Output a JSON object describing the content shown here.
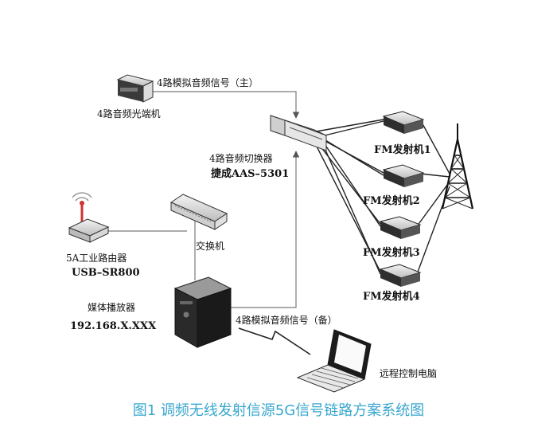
{
  "labels": {
    "optical_terminal": "4路音频光端机",
    "signal_main": "4路模拟音频信号（主）",
    "switcher_line1": "4路音频切换器",
    "switcher_line2": "捷成AAS–5301",
    "router_line1": "5A工业路由器",
    "router_line2": "USB–SR800",
    "network_switch": "交换机",
    "player_line1": "媒体播放器",
    "player_line2": "192.168.X.XXX",
    "signal_backup": "4路模拟音频信号（备）",
    "remote_pc": "远程控制电脑",
    "fm1": "FM发射机1",
    "fm2": "FM发射机2",
    "fm3": "FM发射机3",
    "fm4": "FM发射机4"
  },
  "caption": "图1  调频无线发射信源5G信号链路方案系统图"
}
